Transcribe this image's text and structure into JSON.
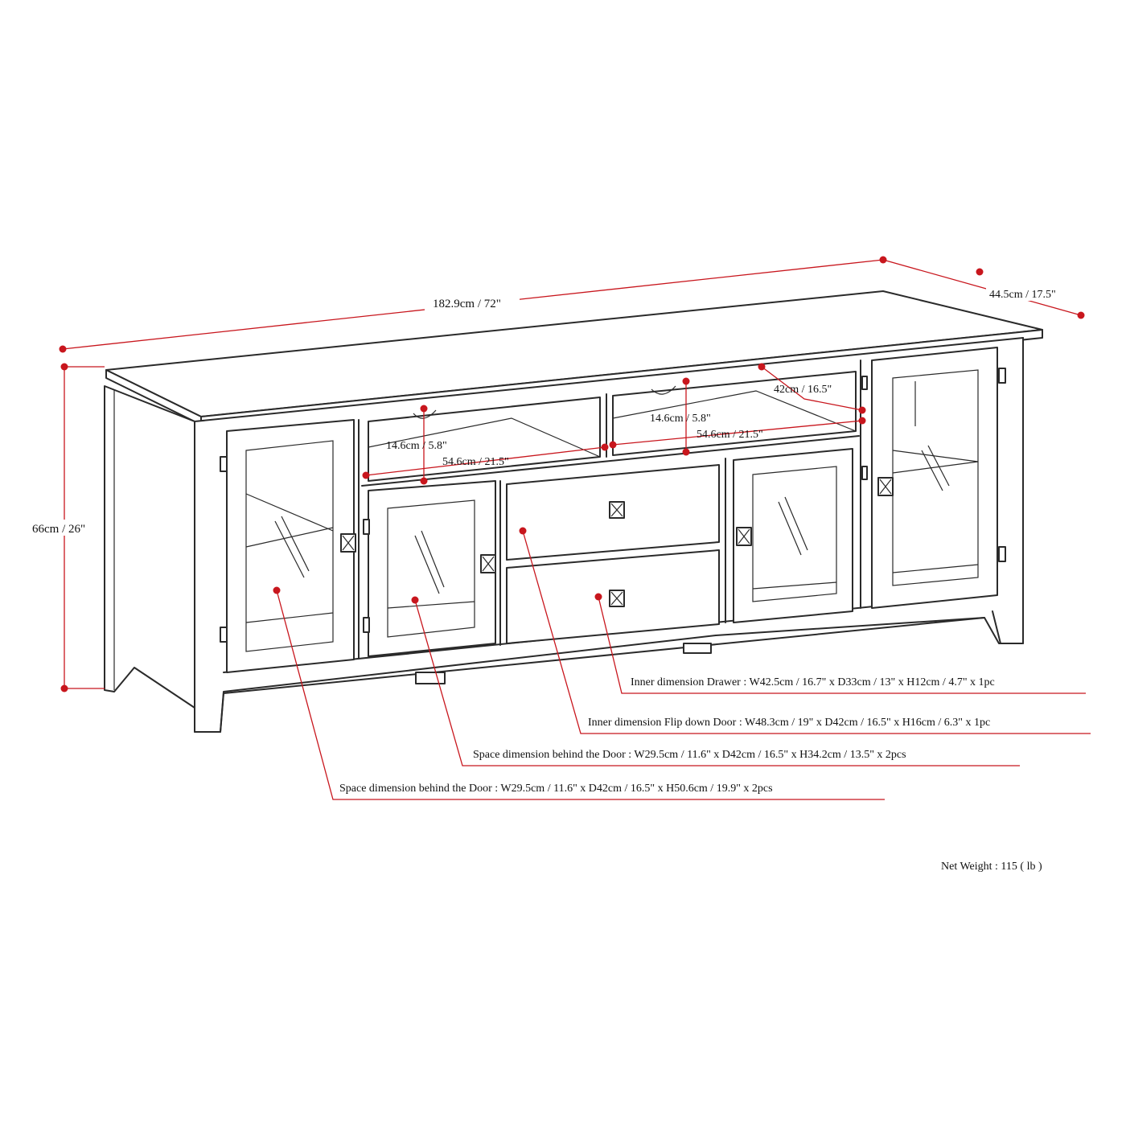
{
  "dimensions": {
    "width": "182.9cm / 72\"",
    "depth": "44.5cm / 17.5\"",
    "height": "66cm / 26\"",
    "top_opening_depth": "42cm / 16.5\"",
    "right_opening_height": "14.6cm / 5.8\"",
    "right_opening_width": "54.6cm / 21.5\"",
    "left_opening_height": "14.6cm / 5.8\"",
    "left_opening_width": "54.6cm / 21.5\""
  },
  "callouts": [
    "Inner dimension Drawer : W42.5cm / 16.7\" x D33cm / 13\" x H12cm / 4.7\" x 1pc",
    "Inner dimension Flip down Door : W48.3cm / 19\" x D42cm / 16.5\" x H16cm / 6.3\" x 1pc",
    "Space dimension behind the Door  : W29.5cm / 11.6\" x D42cm / 16.5\" x H34.2cm / 13.5\" x 2pcs",
    "Space dimension behind the Door  : W29.5cm / 11.6\" x D42cm / 16.5\" x H50.6cm / 19.9\" x 2pcs"
  ],
  "net_weight": "Net Weight : 115 ( lb )",
  "colors": {
    "dimension_line": "#c8161d",
    "outline": "#2a2a2a"
  }
}
